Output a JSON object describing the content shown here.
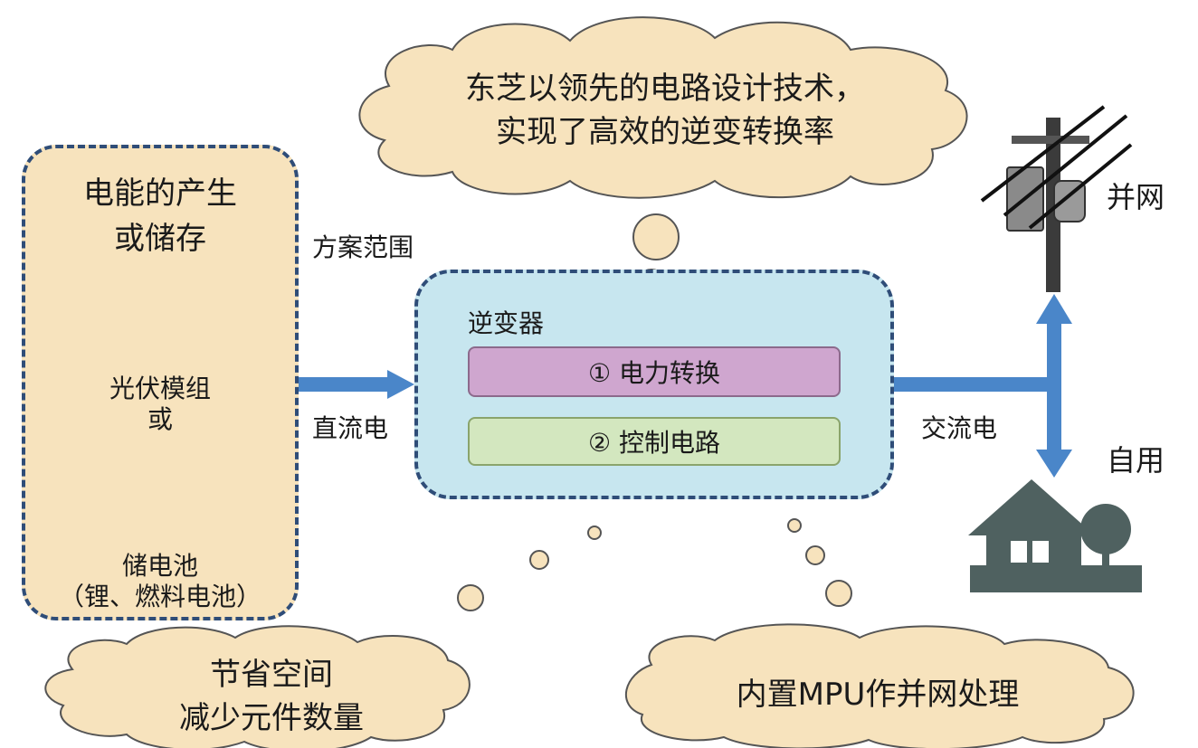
{
  "source": {
    "title_line1": "电能的产生",
    "title_line2": "或储存",
    "pv_label": "光伏模组",
    "or_label": "或",
    "battery_line1": "储电池",
    "battery_line2": "（锂、燃料电池）"
  },
  "scope_label": "方案范围",
  "dc_label": "直流电",
  "ac_label": "交流电",
  "inverter": {
    "title": "逆变器",
    "step1": "① 电力转换",
    "step2": "② 控制电路"
  },
  "clouds": {
    "top_line1": "东芝以领先的电路设计技术，",
    "top_line2": "实现了高效的逆变转换率",
    "left_line1": "节省空间",
    "left_line2": "减少元件数量",
    "right_line1": "内置MPU作并网处理"
  },
  "outputs": {
    "grid_label": "并网",
    "self_use_label": "自用"
  },
  "colors": {
    "arrow": "#4a86c9",
    "border_dash": "#2f4d78",
    "cloud_fill": "#f7e3bd",
    "inverter_fill": "#c7e6ef",
    "battery_fill": "#3aa39d",
    "house_fill": "#4f6160"
  }
}
